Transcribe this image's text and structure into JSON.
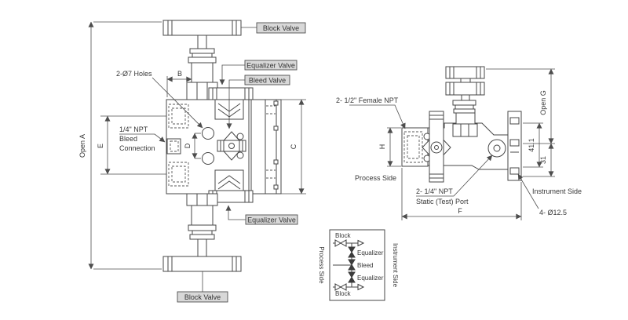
{
  "colors": {
    "background": "#ffffff",
    "line": "#474747",
    "label_box_fill": "#d8d8d8",
    "label_box_border": "#4f4f4f",
    "text": "#383838"
  },
  "front_view": {
    "label_boxes": {
      "block_valve_top": "Block Valve",
      "equalizer_valve_top": "Equalizer Valve",
      "bleed_valve": "Bleed Valve",
      "equalizer_valve_bottom": "Equalizer Valve",
      "block_valve_bottom": "Block Valve"
    },
    "annotations": {
      "holes": "2-Ø7 Holes",
      "bleed_npt_line1": "1/4\" NPT",
      "bleed_npt_line2": "Bleed",
      "bleed_npt_line3": "Connection"
    },
    "dimensions": {
      "open_a": "Open A",
      "b": "B",
      "c": "C",
      "d": "D",
      "e": "E"
    }
  },
  "side_view": {
    "annotations": {
      "female_npt": "2- 1/2\" Female NPT",
      "process_side": "Process Side",
      "static_port_line1": "2- 1/4\" NPT",
      "static_port_line2": "Static (Test) Port",
      "instrument_side": "Instrument Side",
      "flange_holes": "4- Ø12.5"
    },
    "dimensions": {
      "open_g": "Open G",
      "h": "H",
      "val_41_1": "41.1",
      "val_31": "31",
      "f": "F"
    }
  },
  "schematic": {
    "valves": {
      "block_top": "Block",
      "equalizer_top": "Equalizer",
      "bleed": "Bleed",
      "equalizer_bottom": "Equalizer",
      "block_bottom": "Block"
    },
    "process_side": "Process Side",
    "instrument_side": "Instrument Side"
  }
}
